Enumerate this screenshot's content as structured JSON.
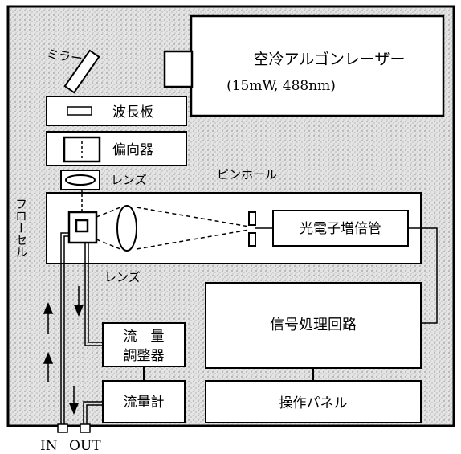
{
  "laser": {
    "title": "空冷アルゴンレーザー",
    "spec": "(15mW, 488nm)"
  },
  "mirror_label": "ミラー",
  "waveplate_label": "波長板",
  "polarizer_label": "偏向器",
  "lens_top_label": "レンズ",
  "pinhole_label": "ピンホール",
  "flowcell_label": "フローセル",
  "pmt_label": "光電子増倍管",
  "lens_bottom_label": "レンズ",
  "signal_label": "信号処理回路",
  "flow_regulator_label": "流　量\n調整器",
  "flowmeter_label": "流量計",
  "panel_label": "操作パネル",
  "port_in_label": "IN",
  "port_out_label": "OUT"
}
